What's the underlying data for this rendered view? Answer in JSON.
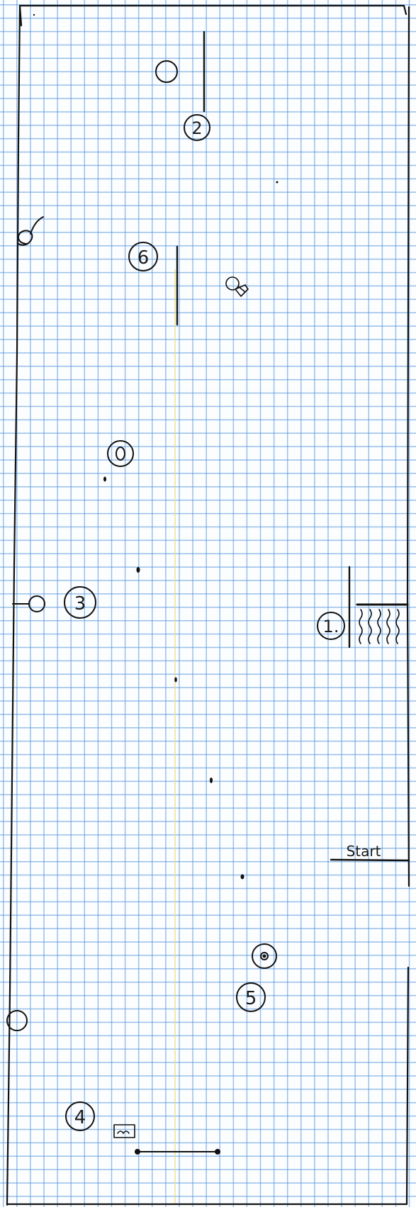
{
  "markers": {
    "m1": "1.",
    "m2": "2",
    "m3": "3",
    "m4": "4",
    "m5": "5",
    "m6": "6"
  },
  "start_label": "Start",
  "colors": {
    "ink": "#111111",
    "grid": "#468cd7",
    "paper": "#fbfdff",
    "center_line": "#e8dc7a"
  }
}
